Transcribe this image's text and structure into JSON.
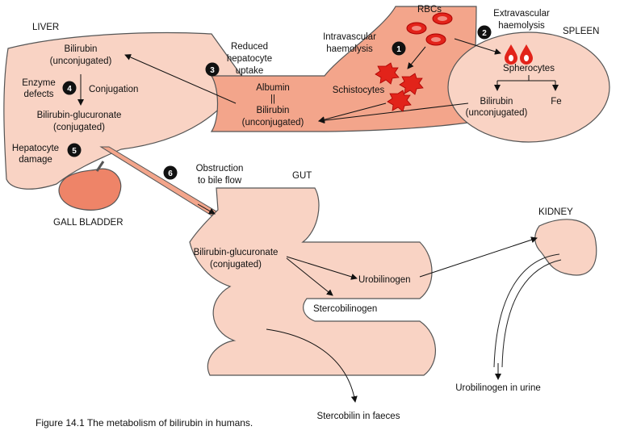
{
  "labels": {
    "liver": "LIVER",
    "gut": "GUT",
    "spleen": "SPLEEN",
    "kidney": "KIDNEY",
    "gall_bladder": "GALL BLADDER",
    "rbcs": "RBCs",
    "extravascular_1": "Extravascular",
    "extravascular_2": "haemolysis",
    "intravascular_1": "Intravascular",
    "intravascular_2": "haemolysis",
    "schistocytes": "Schistocytes",
    "spherocytes": "Spherocytes",
    "spleen_bilirubin_1": "Bilirubin",
    "spleen_bilirubin_2": "(unconjugated)",
    "fe": "Fe",
    "albumin": "Albumin",
    "albumin_link": "||",
    "plasma_bilirubin_1": "Bilirubin",
    "plasma_bilirubin_2": "(unconjugated)",
    "reduced_1": "Reduced",
    "reduced_2": "hepatocyte",
    "reduced_3": "uptake",
    "liver_bilirubin_1": "Bilirubin",
    "liver_bilirubin_2": "(unconjugated)",
    "enzyme_1": "Enzyme",
    "enzyme_2": "defects",
    "conjugation": "Conjugation",
    "liver_bg_1": "Bilirubin-glucuronate",
    "liver_bg_2": "(conjugated)",
    "hepatocyte_1": "Hepatocyte",
    "hepatocyte_2": "damage",
    "obstruction_1": "Obstruction",
    "obstruction_2": "to bile flow",
    "gut_bg_1": "Bilirubin-glucuronate",
    "gut_bg_2": "(conjugated)",
    "urobilinogen": "Urobilinogen",
    "stercobilinogen": "Stercobilinogen",
    "stercobilin": "Stercobilin in faeces",
    "urine": "Urobilinogen in urine",
    "caption": "Figure 14.1  The metabolism of bilirubin in humans."
  },
  "markers": [
    "1",
    "2",
    "3",
    "4",
    "5",
    "6"
  ],
  "colors": {
    "organ_fill": "#f9d3c4",
    "vessel_fill": "#f3a58b",
    "gall_bladder": "#ee8468",
    "rbc": "#e2231a",
    "outline": "#555555",
    "marker": "#111111"
  }
}
